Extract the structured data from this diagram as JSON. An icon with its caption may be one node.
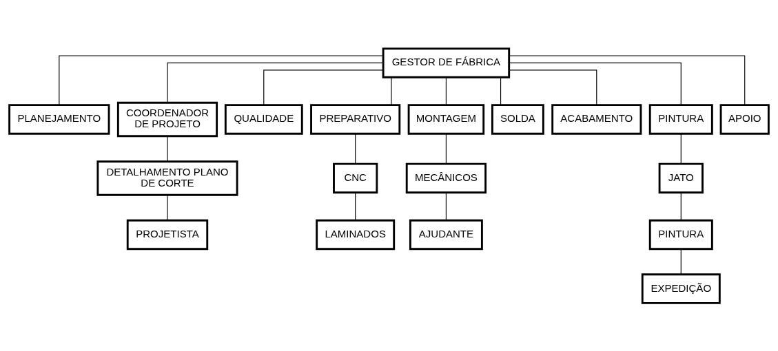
{
  "diagram": {
    "nodes": [
      {
        "text": [
          "GESTOR DE FÁBRICA"
        ]
      },
      {
        "text": [
          "PLANEJAMENTO"
        ]
      },
      {
        "text": [
          "COORDENADOR DE PROJETO"
        ]
      },
      {
        "text": [
          "QUALIDADE"
        ]
      },
      {
        "text": [
          "PREPARATIVO"
        ]
      },
      {
        "text": [
          "MONTAGEM"
        ]
      },
      {
        "text": [
          "SOLDA"
        ]
      },
      {
        "text": [
          "ACABAMENTO"
        ]
      },
      {
        "text": [
          "PINTURA"
        ]
      },
      {
        "text": [
          "APOIO"
        ]
      },
      {
        "text": [
          "DETALHAMENTO PLANO DE CORTE"
        ]
      },
      {
        "text": [
          "CNC"
        ]
      },
      {
        "text": [
          "MECÂNICOS"
        ]
      },
      {
        "text": [
          "JATO"
        ]
      },
      {
        "text": [
          "LAMINADOS"
        ]
      },
      {
        "text": [
          "AJUDANTE"
        ]
      },
      {
        "text": [
          "PINTURA"
        ]
      },
      {
        "text": [
          "PROJETISTA"
        ]
      },
      {
        "text": [
          "EXPEDIÇÃO"
        ]
      }
    ],
    "edges": [
      {
        "from": 0,
        "to": 1,
        "arrow": "none"
      },
      {
        "from": 0,
        "to": 2,
        "arrow": "none"
      },
      {
        "from": 0,
        "to": 3,
        "arrow": "none"
      },
      {
        "from": 0,
        "to": 4,
        "arrow": "none"
      },
      {
        "from": 0,
        "to": 5,
        "arrow": "none"
      },
      {
        "from": 0,
        "to": 6,
        "arrow": "none"
      },
      {
        "from": 0,
        "to": 7,
        "arrow": "none"
      },
      {
        "from": 0,
        "to": 8,
        "arrow": "none"
      },
      {
        "from": 0,
        "to": 9,
        "arrow": "none"
      },
      {
        "from": 2,
        "to": 10,
        "arrow": "none"
      },
      {
        "from": 10,
        "to": 17,
        "arrow": "none"
      },
      {
        "from": 4,
        "to": 11,
        "arrow": "none"
      },
      {
        "from": 11,
        "to": 14,
        "arrow": "none"
      },
      {
        "from": 5,
        "to": 12,
        "arrow": "none"
      },
      {
        "from": 12,
        "to": 15,
        "arrow": "none"
      },
      {
        "from": 8,
        "to": 13,
        "arrow": "none"
      },
      {
        "from": 13,
        "to": 16,
        "arrow": "none"
      },
      {
        "from": 16,
        "to": 18,
        "arrow": "none"
      }
    ]
  }
}
